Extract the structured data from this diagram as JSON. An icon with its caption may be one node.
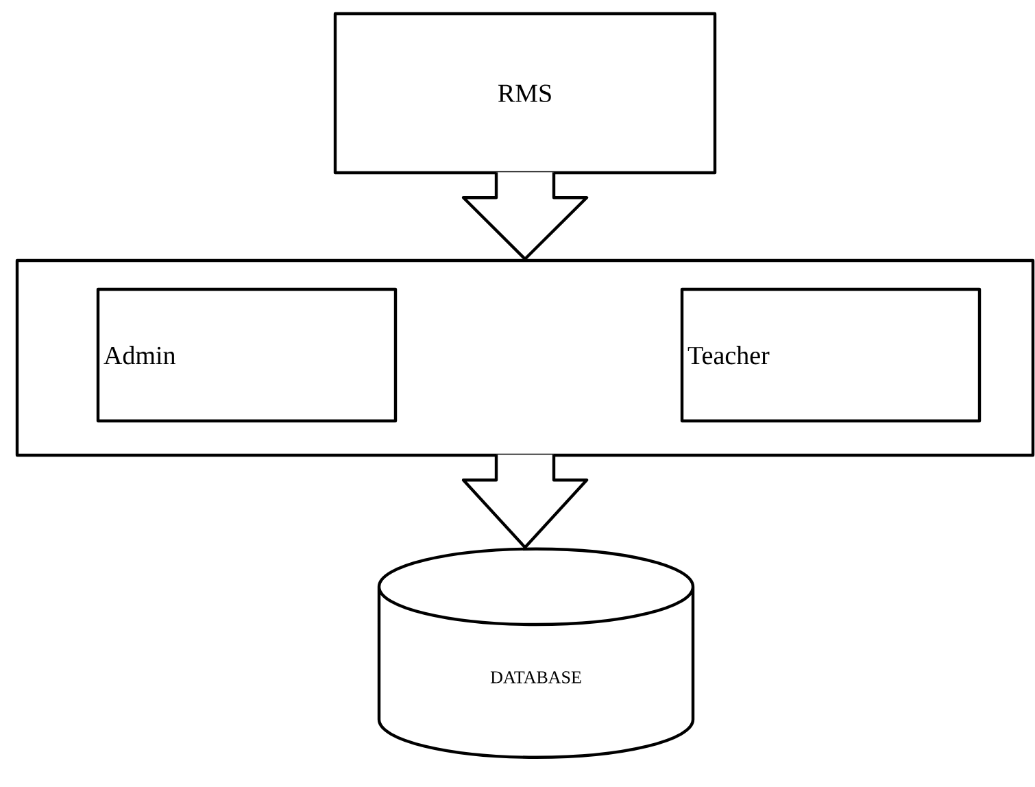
{
  "diagram": {
    "nodes": [
      {
        "text": [
          "RMS"
        ]
      },
      {
        "text": [],
        "shape": "box"
      },
      {
        "text": [
          "Admin"
        ],
        "in": 1
      },
      {
        "text": [
          "Teacher"
        ],
        "in": 1
      },
      {
        "text": [
          "DATABASE"
        ]
      }
    ],
    "edges": [
      {
        "from": 0,
        "to": 1,
        "arrow": "to"
      },
      {
        "from": 1,
        "to": 4,
        "arrow": "to"
      }
    ]
  }
}
